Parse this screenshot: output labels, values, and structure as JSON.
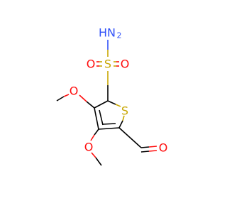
{
  "molecule": {
    "atoms": {
      "nh2_n": "N",
      "nh2_h": "H",
      "nh2_sub": "2",
      "sulfonyl_s": "S",
      "sulfonyl_o_left": "O",
      "sulfonyl_o_right": "O",
      "ring_s": "S",
      "methoxy_o_upper": "O",
      "methoxy_o_lower": "O",
      "aldehyde_o": "O"
    },
    "colors": {
      "carbon_bond": "#000000",
      "oxygen": "#ff0d0d",
      "sulfur": "#c8a600",
      "nitrogen": "#3050f8"
    }
  }
}
